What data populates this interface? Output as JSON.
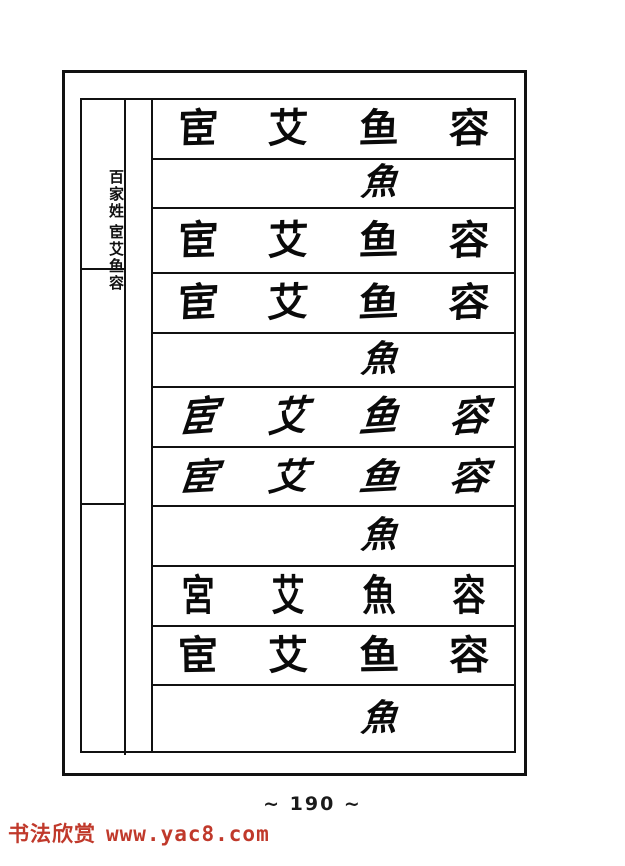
{
  "page": {
    "page_number_label": "~ 190 ~",
    "background_color": "#ffffff",
    "ink_color": "#111111"
  },
  "watermark": {
    "site_name_cn": "书法欣赏",
    "site_url": "www.yac8.com",
    "color": "#c0392b"
  },
  "sidebar": {
    "top_label": "百家姓",
    "bottom_label": "宦艾鱼容"
  },
  "table": {
    "columns": 4,
    "column_headers": [
      "宦",
      "艾",
      "鱼",
      "容"
    ],
    "rows": [
      {
        "name": "row-xingshu-1",
        "script_style": "xingshu",
        "height": 60,
        "cells": [
          "宦",
          "艾",
          "鱼",
          "容"
        ]
      },
      {
        "name": "row-single-yu-1",
        "script_style": "single",
        "height": 50,
        "cells": [
          "",
          "",
          "魚",
          ""
        ]
      },
      {
        "name": "row-xingshu-2",
        "script_style": "xingshu",
        "height": 65,
        "cells": [
          "宦",
          "艾",
          "鱼",
          "容"
        ]
      },
      {
        "name": "row-xingshu-3",
        "script_style": "xingshu2",
        "height": 60,
        "cells": [
          "宦",
          "艾",
          "鱼",
          "容"
        ]
      },
      {
        "name": "row-single-yu-2",
        "script_style": "single",
        "height": 55,
        "cells": [
          "",
          "",
          "魚",
          ""
        ]
      },
      {
        "name": "row-caoshu-1",
        "script_style": "caoshu",
        "height": 60,
        "cells": [
          "宦",
          "艾",
          "鱼",
          "容"
        ]
      },
      {
        "name": "row-caoshu-2",
        "script_style": "caoshu2",
        "height": 60,
        "cells": [
          "宦",
          "艾",
          "鱼",
          "容"
        ]
      },
      {
        "name": "row-single-yu-3",
        "script_style": "single",
        "height": 60,
        "cells": [
          "",
          "",
          "魚",
          ""
        ]
      },
      {
        "name": "row-zhuanshu",
        "script_style": "zhuanshu",
        "height": 60,
        "cells": [
          "宮",
          "艾",
          "魚",
          "容"
        ]
      },
      {
        "name": "row-kaishu",
        "script_style": "kaishu",
        "height": 60,
        "cells": [
          "宦",
          "艾",
          "鱼",
          "容"
        ]
      },
      {
        "name": "row-single-yu-4",
        "script_style": "single",
        "height": 65,
        "cells": [
          "",
          "",
          "魚",
          ""
        ]
      }
    ]
  }
}
